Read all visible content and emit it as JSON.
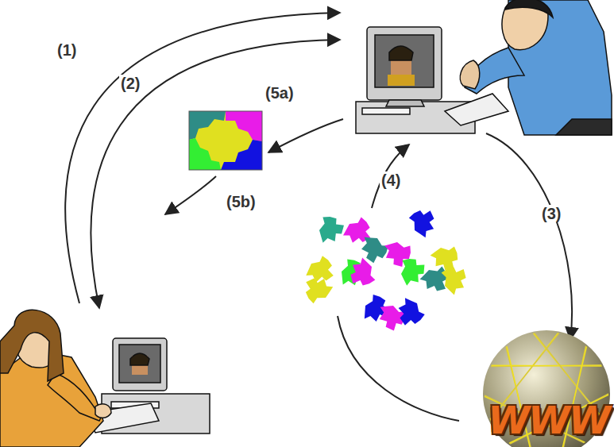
{
  "diagram": {
    "nodes": [
      {
        "text": [
          "WWW"
        ]
      }
    ],
    "labels": [
      "(1)",
      "(2)",
      "(3)",
      "(4)",
      "(5a)",
      "(5b)"
    ]
  }
}
